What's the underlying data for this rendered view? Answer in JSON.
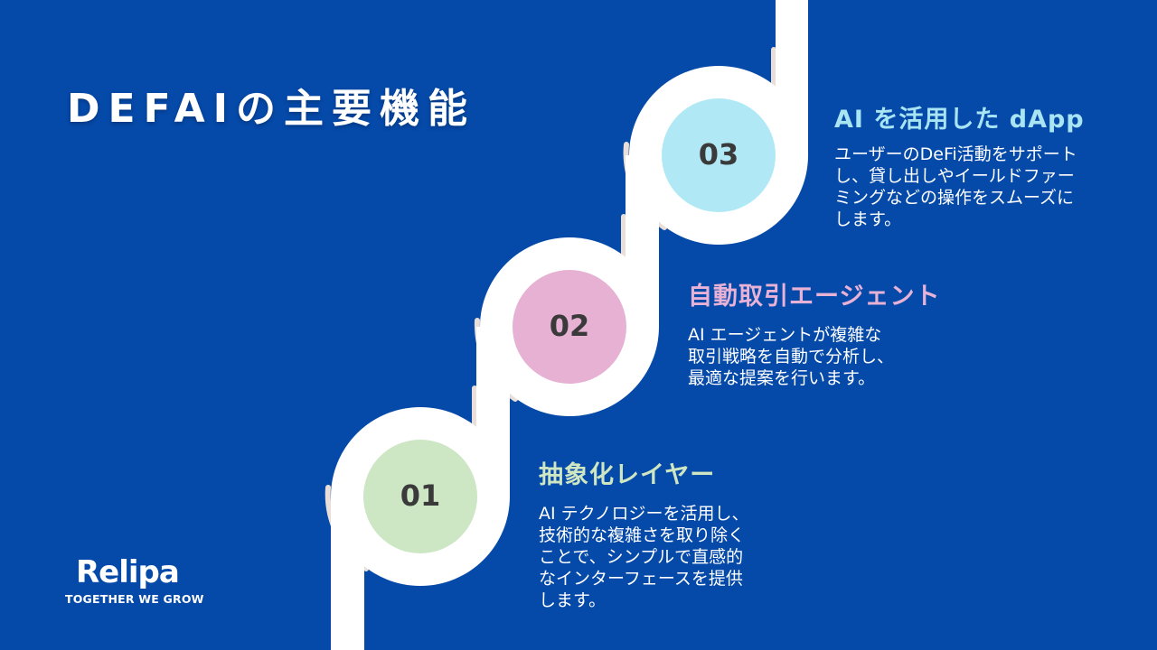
{
  "slide": {
    "title": "DEFAIの主要機能",
    "background_color": "#0549a9"
  },
  "steps": [
    {
      "number": "01",
      "title": "抽象化レイヤー",
      "title_color": "#cfe6c2",
      "circle_color": "#cde6c4",
      "description": "AI テクノロジーを活用し、\n技術的な複雑さを取り除く\nことで、シンプルで直感的\nなインターフェースを提供\nします。"
    },
    {
      "number": "02",
      "title": "自動取引エージェント",
      "title_color": "#e8b2d6",
      "circle_color": "#e6b1d3",
      "description": "AI エージェントが複雑な\n取引戦略を自動で分析し、\n最適な提案を行います。"
    },
    {
      "number": "03",
      "title": "AI を活用した dApp",
      "title_color": "#a9e4f3",
      "circle_color": "#b0e9f5",
      "description": "ユーザーのDeFi活動をサポート\nし、貸し出しやイールドファー\nミングなどの操作をスムーズに\nします。"
    }
  ],
  "logo": {
    "name": "Relipa",
    "tagline": "TOGETHER WE GROW"
  }
}
